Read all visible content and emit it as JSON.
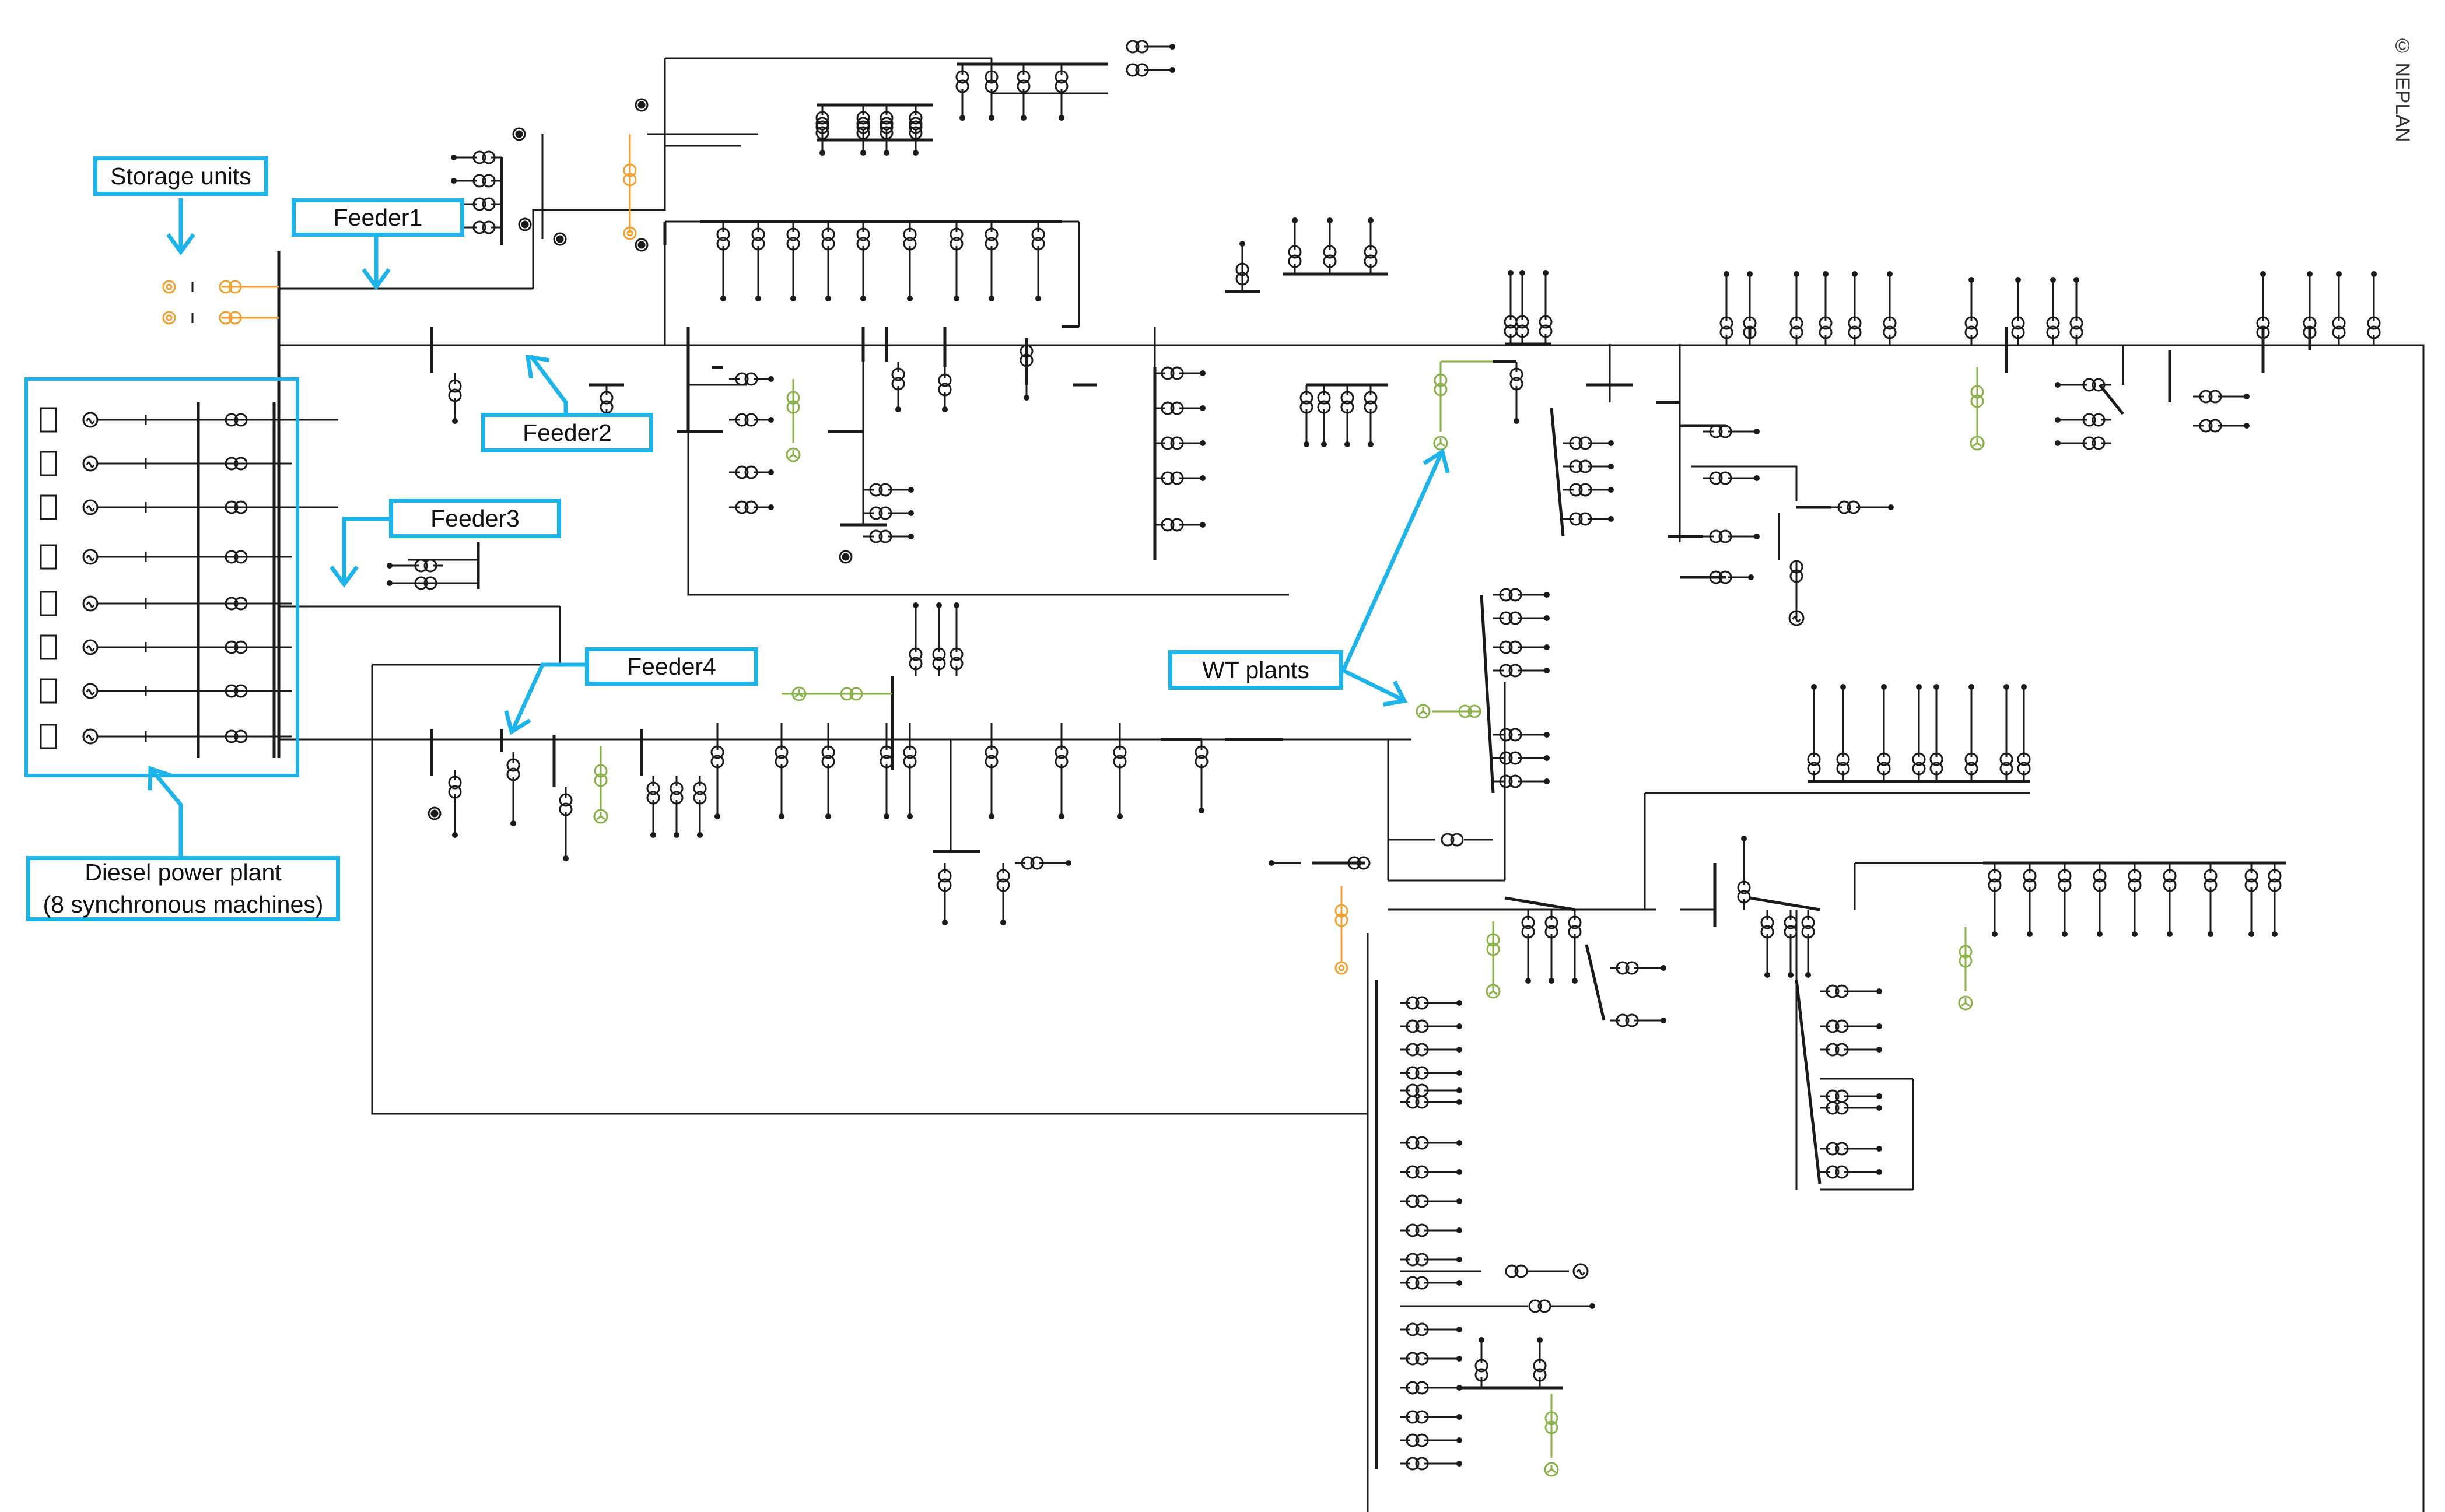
{
  "labels": {
    "storage_units": "Storage units",
    "feeder1": "Feeder1",
    "feeder2": "Feeder2",
    "feeder3": "Feeder3",
    "feeder4": "Feeder4",
    "wt_plants": "WT plants",
    "diesel_line1": "Diesel power plant",
    "diesel_line2": "(8 synchronous machines)"
  },
  "copyright": "© NEPLAN",
  "colors": {
    "callout": "#1eb4ea",
    "network_line": "#1a1a1a",
    "storage": "#f0a030",
    "wind": "#8ab04a"
  }
}
